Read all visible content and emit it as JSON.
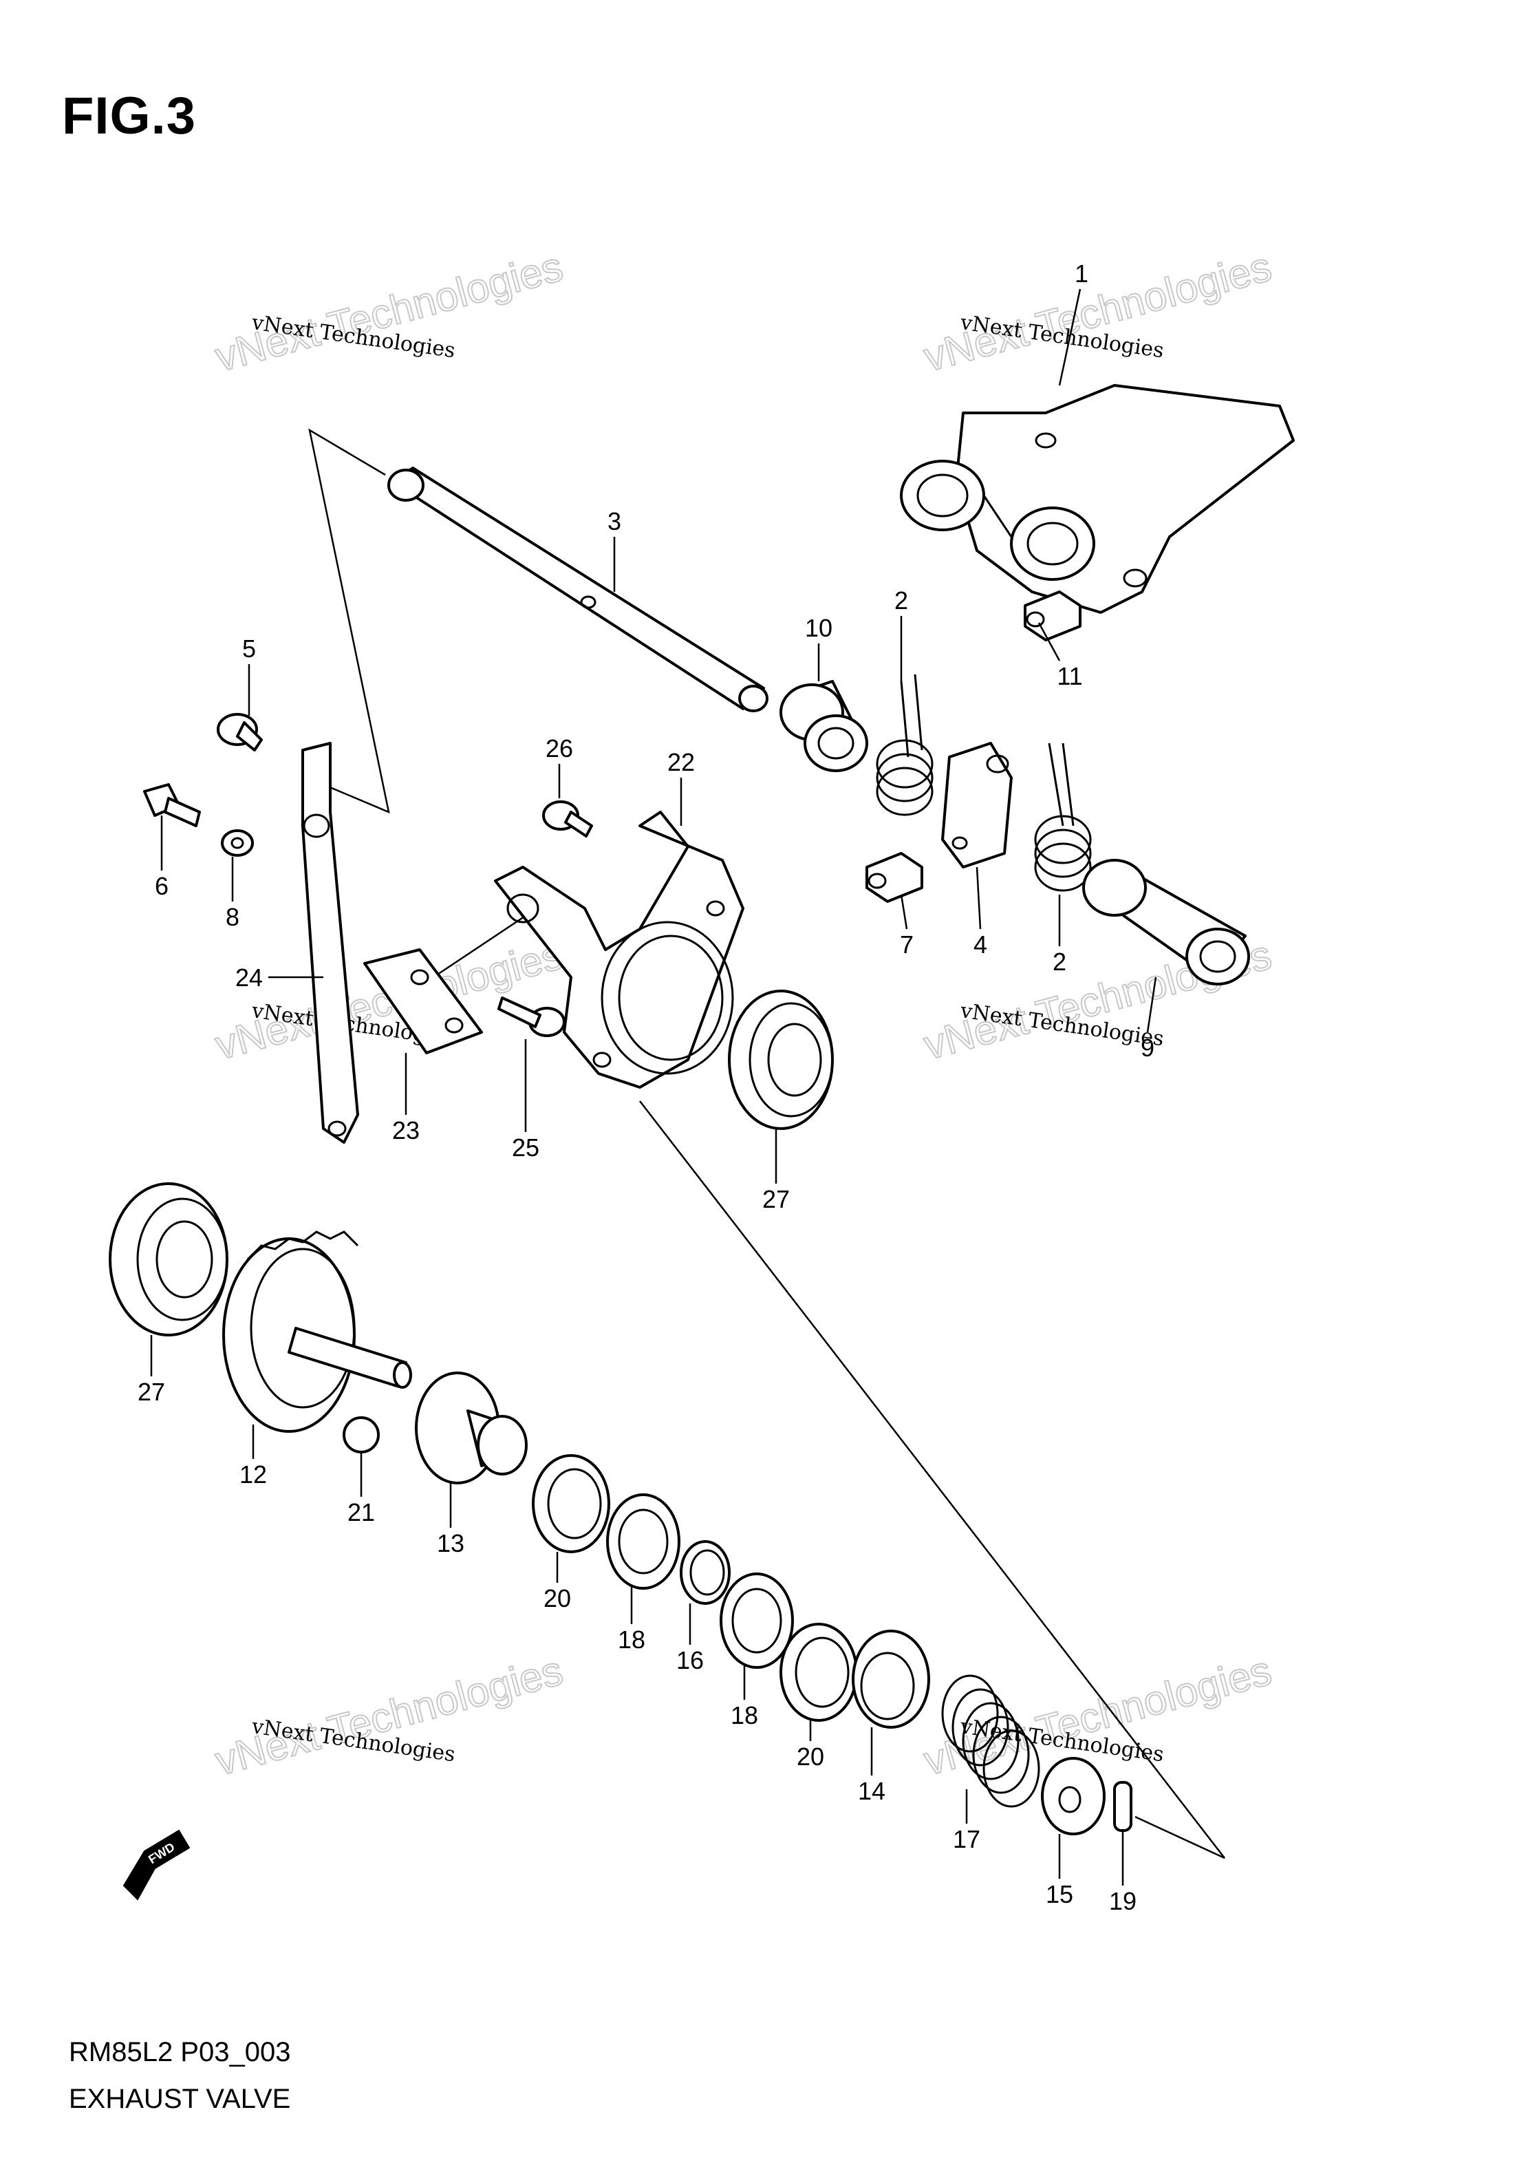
{
  "figure": {
    "title": "FIG.3"
  },
  "footer": {
    "code": "RM85L2 P03_003",
    "name": "EXHAUST VALVE"
  },
  "watermark": {
    "small": "vNext Technologies",
    "large": "vNext Technologies"
  },
  "direction_badge": "FWD",
  "callouts": {
    "c1": "1",
    "c2a": "2",
    "c2b": "2",
    "c3": "3",
    "c4": "4",
    "c5": "5",
    "c6": "6",
    "c7": "7",
    "c8": "8",
    "c9": "9",
    "c10": "10",
    "c11": "11",
    "c12": "12",
    "c13": "13",
    "c14": "14",
    "c15": "15",
    "c16": "16",
    "c17": "17",
    "c18a": "18",
    "c18b": "18",
    "c19": "19",
    "c20a": "20",
    "c20b": "20",
    "c21": "21",
    "c22": "22",
    "c23": "23",
    "c24": "24",
    "c25": "25",
    "c26": "26",
    "c27a": "27",
    "c27b": "27"
  }
}
